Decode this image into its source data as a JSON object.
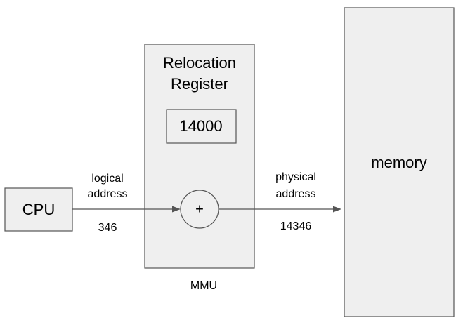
{
  "cpu": {
    "label": "CPU"
  },
  "mmu": {
    "title_line1": "Relocation",
    "title_line2": "Register",
    "register_value": "14000",
    "adder_symbol": "+",
    "caption": "MMU"
  },
  "memory": {
    "label": "memory"
  },
  "logical_address": {
    "label_line1": "logical",
    "label_line2": "address",
    "value": "346"
  },
  "physical_address": {
    "label_line1": "physical",
    "label_line2": "address",
    "value": "14346"
  }
}
